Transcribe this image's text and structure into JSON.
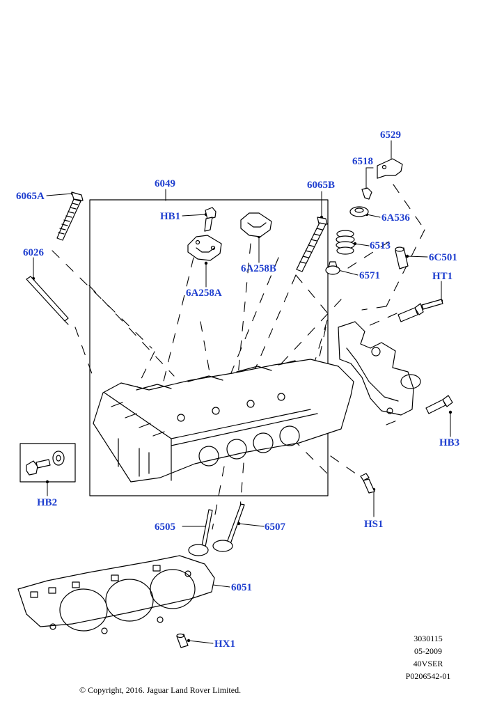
{
  "diagram": {
    "callout_color": "#1f3fcf",
    "line_color": "#000000",
    "callouts": {
      "c_6529": "6529",
      "c_6518": "6518",
      "c_6065A": "6065A",
      "c_6049": "6049",
      "c_6065B": "6065B",
      "c_6A536": "6A536",
      "c_HB1": "HB1",
      "c_6026": "6026",
      "c_6513": "6513",
      "c_6C501": "6C501",
      "c_6A258B": "6A258B",
      "c_6571": "6571",
      "c_HT1": "HT1",
      "c_6A258A": "6A258A",
      "c_HB3": "HB3",
      "c_HB2": "HB2",
      "c_HS1": "HS1",
      "c_6505": "6505",
      "c_6507": "6507",
      "c_6051": "6051",
      "c_HX1": "HX1"
    },
    "meta": {
      "line1": "3030115",
      "line2": "05-2009",
      "line3": "40VSER",
      "line4": "P0206542-01"
    },
    "copyright": "© Copyright, 2016. Jaguar Land Rover Limited."
  }
}
